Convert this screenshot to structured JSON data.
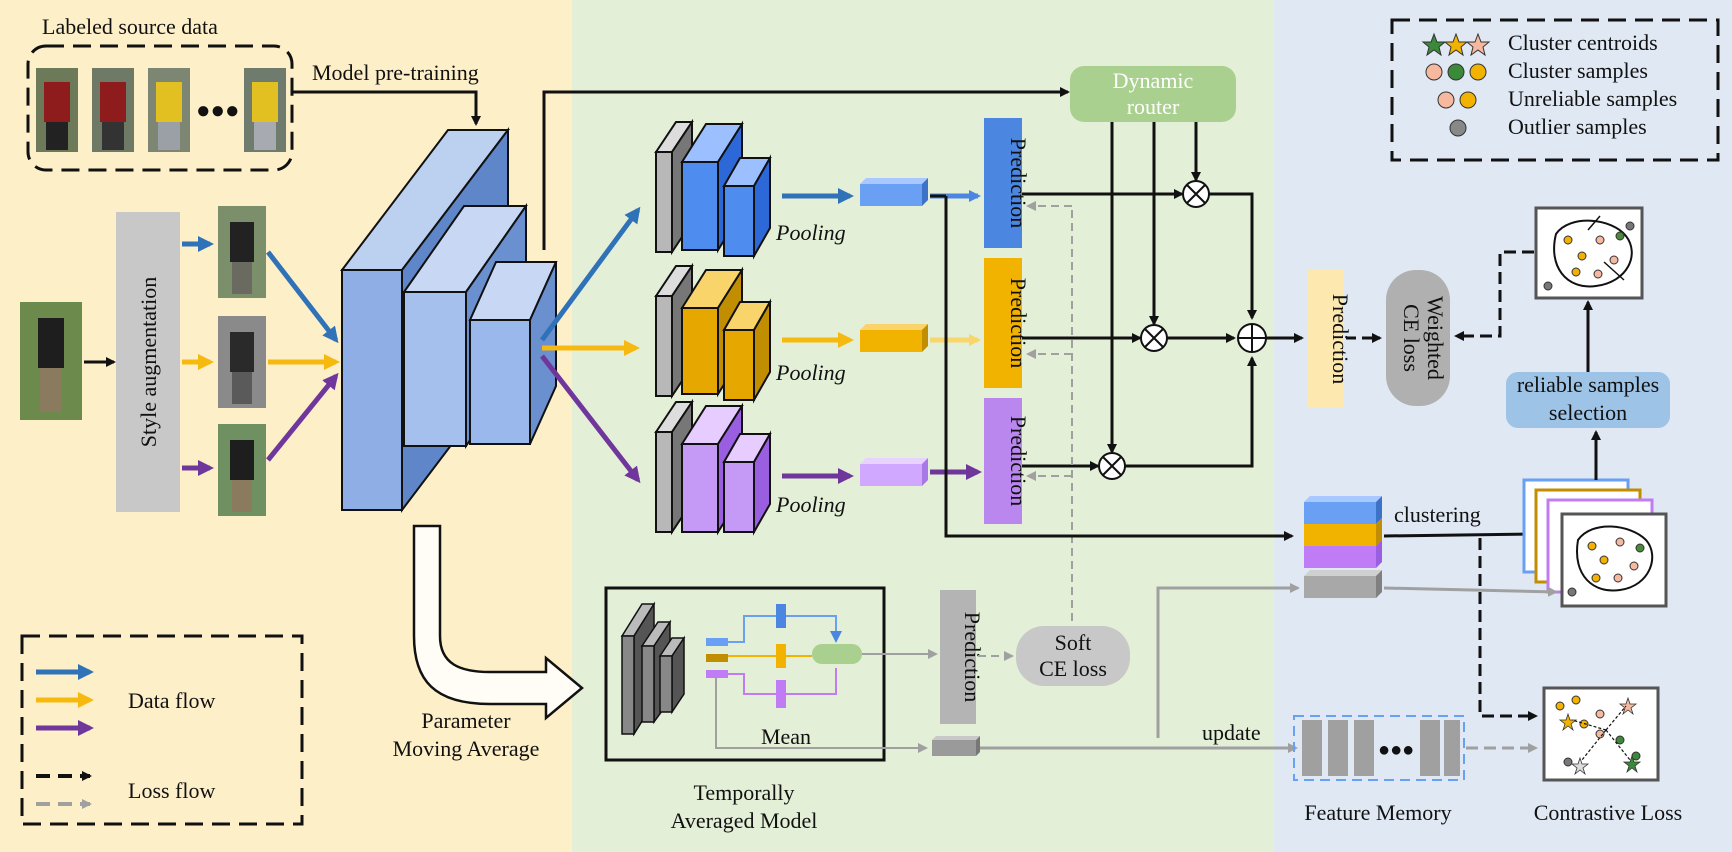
{
  "panels": {
    "source": {
      "bg": "#fdefc8"
    },
    "tam": {
      "bg": "#e4efd7"
    },
    "cluster": {
      "bg": "#dfe8f3"
    }
  },
  "labels": {
    "labeled_source_data": "Labeled source data",
    "model_pretraining": "Model pre-training",
    "style_augmentation": "Style augmentation",
    "dynamic_router_1": "Dynamic",
    "dynamic_router_2": "router",
    "pooling": "Pooling",
    "prediction": "Prediction",
    "weighted_ce_1": "Weighted",
    "weighted_ce_2": "CE loss",
    "reliable_1": "reliable samples",
    "reliable_2": "selection",
    "clustering": "clustering",
    "soft_ce_1": "Soft",
    "soft_ce_2": "CE loss",
    "mean": "Mean",
    "update": "update",
    "param_ma_1": "Parameter",
    "param_ma_2": "Moving Average",
    "tam_1": "Temporally",
    "tam_2": "Averaged Model",
    "feature_memory": "Feature Memory",
    "contrastive_loss": "Contrastive Loss",
    "ellipsis": "●●●"
  },
  "legend_flow": {
    "data_flow": "Data  flow",
    "loss_flow": "Loss flow"
  },
  "legend_samples": {
    "centroids": "Cluster centroids",
    "samples": "Cluster samples",
    "unreliable": "Unreliable samples",
    "outlier": "Outlier samples"
  },
  "colors": {
    "blue": "#2f72b8",
    "yellow": "#f6b90f",
    "purple": "#6f379b",
    "black": "#111111",
    "gray": "#a0a0a0",
    "pred_blue": "#4b86e0",
    "pred_yellow": "#f2b300",
    "pred_purple": "#b987ee",
    "pred_light": "#fde9b0",
    "router_green": "#a9d08e",
    "reliable_blue": "#9dc3e6"
  }
}
